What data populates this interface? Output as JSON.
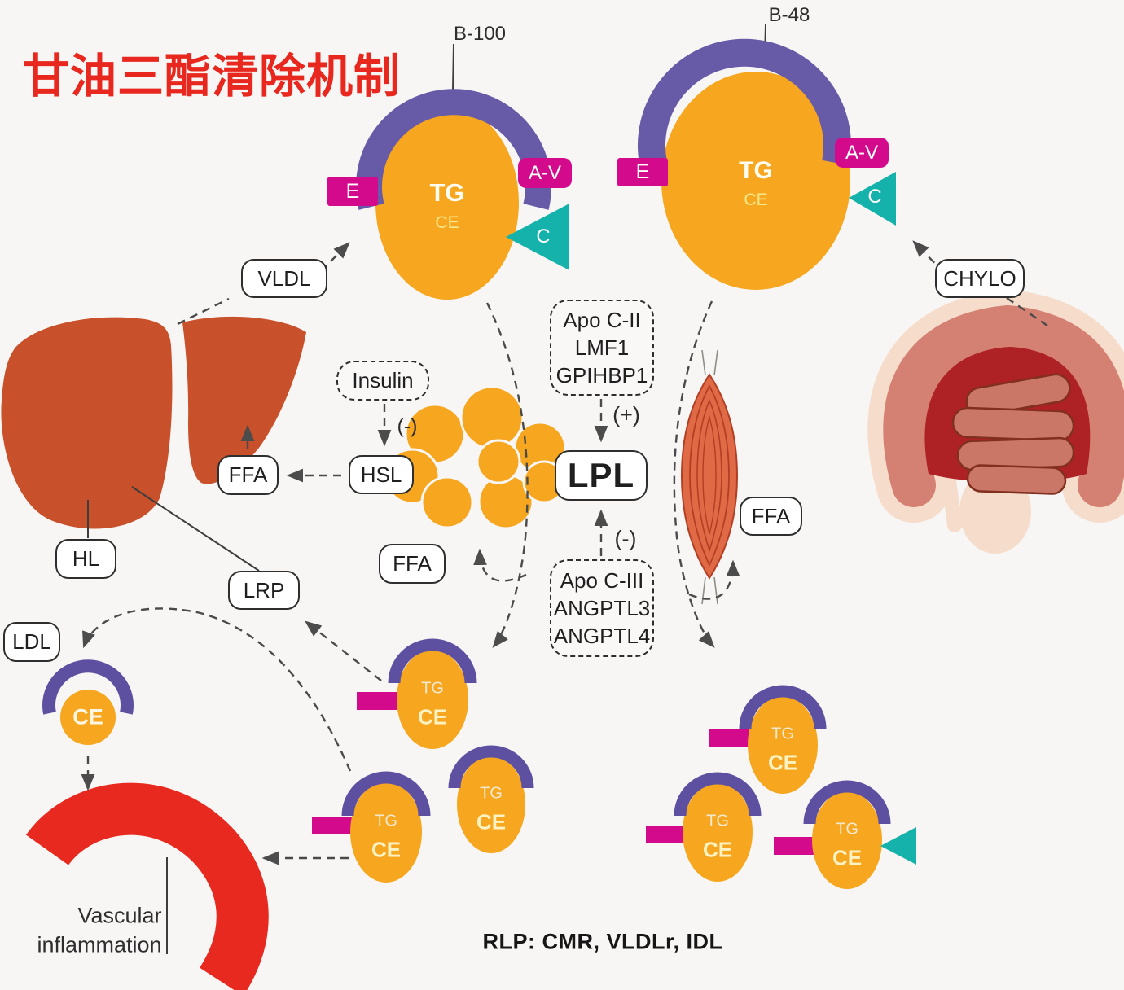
{
  "title": {
    "text": "甘油三酯清除机制"
  },
  "lipoproteins": {
    "vldl_particle": {
      "apo_b": "B-100",
      "core_top": "TG",
      "core_bottom": "CE",
      "apo_e": "E",
      "apo_av": "A-V",
      "apo_c": "C"
    },
    "chylo_particle": {
      "apo_b": "B-48",
      "core_top": "TG",
      "core_bottom": "CE",
      "apo_e": "E",
      "apo_av": "A-V",
      "apo_c": "C"
    },
    "ldl_particle": {
      "core": "CE"
    },
    "remnant": {
      "core_top": "TG",
      "core_bottom": "CE"
    }
  },
  "nodes": {
    "vldl": "VLDL",
    "chylo": "CHYLO",
    "insulin": "Insulin",
    "hsl": "HSL",
    "ffa_liver": "FFA",
    "ffa_adipose": "FFA",
    "ffa_muscle": "FFA",
    "hl": "HL",
    "lrp": "LRP",
    "ldl": "LDL",
    "lpl": "LPL"
  },
  "regulators": {
    "activators": [
      "Apo C-II",
      "LMF1",
      "GPIHBP1"
    ],
    "activation_sign": "(+)",
    "inhibitors": [
      "Apo C-III",
      "ANGPTL3",
      "ANGPTL4"
    ],
    "inhibition_sign": "(-)",
    "insulin_sign": "(-)"
  },
  "annotations": {
    "vascular_line1": "Vascular",
    "vascular_line2": "inflammation",
    "footnote": "RLP: CMR, VLDLr, IDL"
  },
  "colors": {
    "title_red": "#e8271e",
    "particle_orange": "#f6a71f",
    "phospholipid_purple": "#675aa6",
    "remnant_purple": "#5e50a0",
    "apo_magenta": "#d40a8c",
    "apo_c_teal": "#14b2ab",
    "liver_red": "#c8502a",
    "muscle_red": "#e06946",
    "vessel_red": "#e8291f",
    "intestine_pink": "#d48173",
    "background": "#f7f6f4"
  }
}
